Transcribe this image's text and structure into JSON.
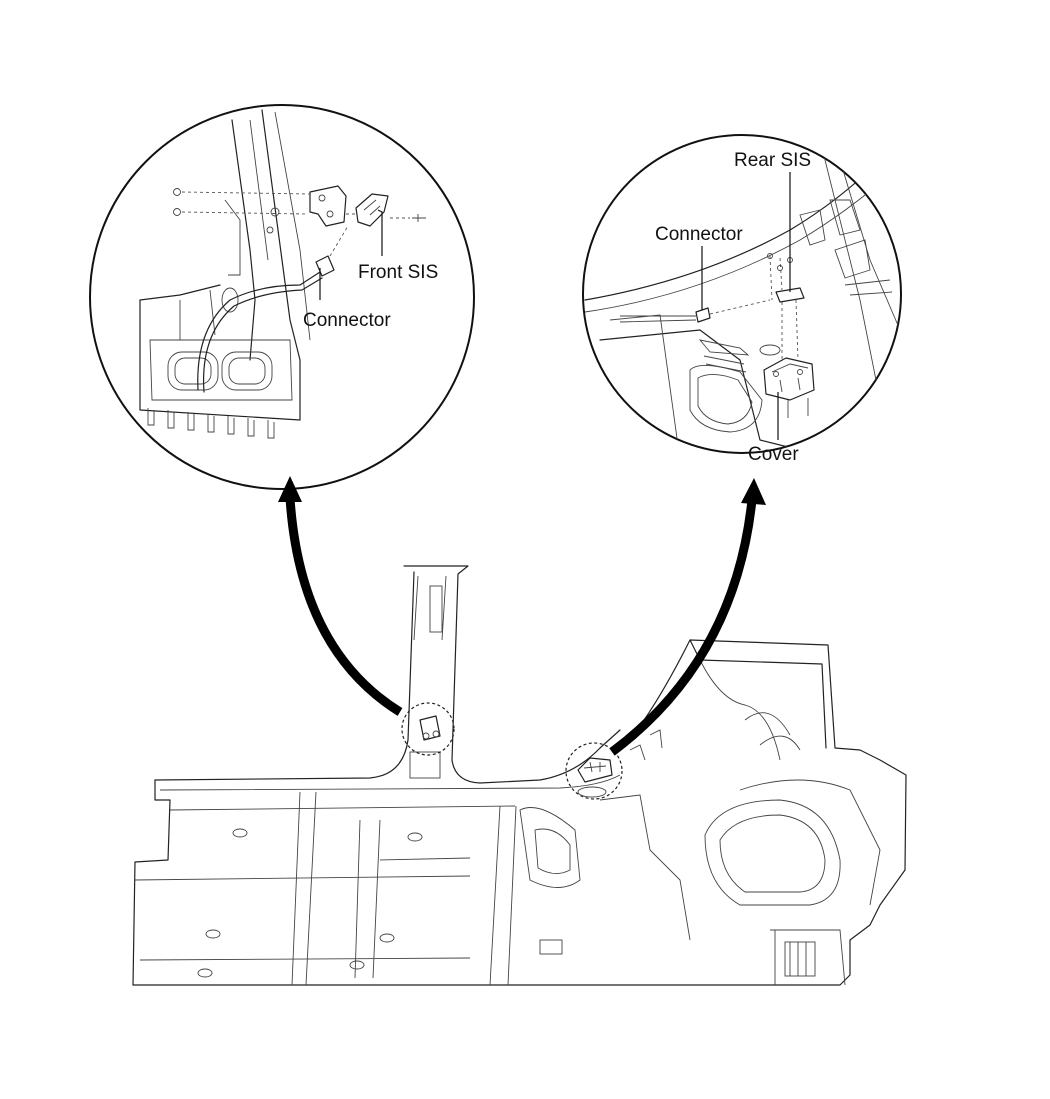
{
  "labels": {
    "front_sis": "Front SIS",
    "connector_left": "Connector",
    "rear_sis": "Rear SIS",
    "connector_right": "Connector",
    "cover": "Cover"
  },
  "colors": {
    "line": "#222222",
    "background": "#ffffff",
    "arrow": "#000000"
  }
}
